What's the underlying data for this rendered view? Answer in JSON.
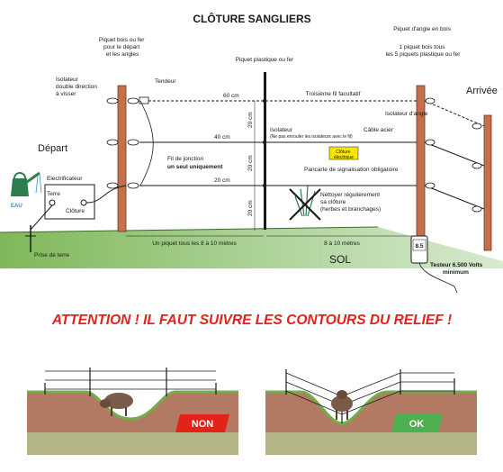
{
  "title": "CLÔTURE SANGLIERS",
  "labels": {
    "piquet_bois_fer": [
      "Piquet bois ou fer",
      "pour le départ",
      "et les angles"
    ],
    "piquet_plastique": "Piquet plastique ou fer",
    "piquet_angle": [
      "Piquet d'angle en bois",
      "1 piquet bois tous",
      "les 5 piquets plastique ou fer"
    ],
    "isolateur_double": [
      "Isolateur",
      "double direction",
      "à visser"
    ],
    "tendeur": "Tendeur",
    "troisieme_fil": "Troisième fil facultatif",
    "isolateur_angle": "Isolateur d'angle",
    "isolateur": "Isolateur",
    "isolateur_note": "(Ne pas enrouler les isolateurs avec le fil)",
    "cable_acier": "Câble acier",
    "cloture_sign": [
      "Clôture",
      "électrique"
    ],
    "pancarte": "Pancarte de signalisation obligatoire",
    "fil_jonction": [
      "Fil de jonction",
      "un seul uniquement"
    ],
    "nettoyer": [
      "Nettoyer régulièrement",
      "sa clôture",
      "(herbes et branchages)"
    ],
    "depart": "Départ",
    "arrivee": "Arrivée",
    "electrificateur": "Electrificateur",
    "terre": "Terre",
    "cloture": "Clôture",
    "eau": "EAU",
    "prise_terre": "Prise de terre",
    "un_piquet": "Un piquet tous les 8 à 10 mètres",
    "huit_dix": "8 à 10 mètres",
    "sol": "SOL",
    "testeur_value": "8.5",
    "testeur": [
      "Testeur 6.500 Volts",
      "minimum"
    ],
    "h60": "60 cm",
    "h40": "40 cm",
    "h20": "20 cm",
    "v20": "20 cm"
  },
  "warning": "ATTENTION ! IL FAUT SUIVRE LES CONTOURS DU RELIEF !",
  "badges": {
    "non": "NON",
    "ok": "OK"
  },
  "colors": {
    "ground": "#9cc96f",
    "earth": "#b27a63",
    "post_wood": "#c4704a",
    "warn": "#e2231a",
    "non_bg": "#e2231a",
    "ok_bg": "#4caf50",
    "sign": "#f7e400"
  }
}
